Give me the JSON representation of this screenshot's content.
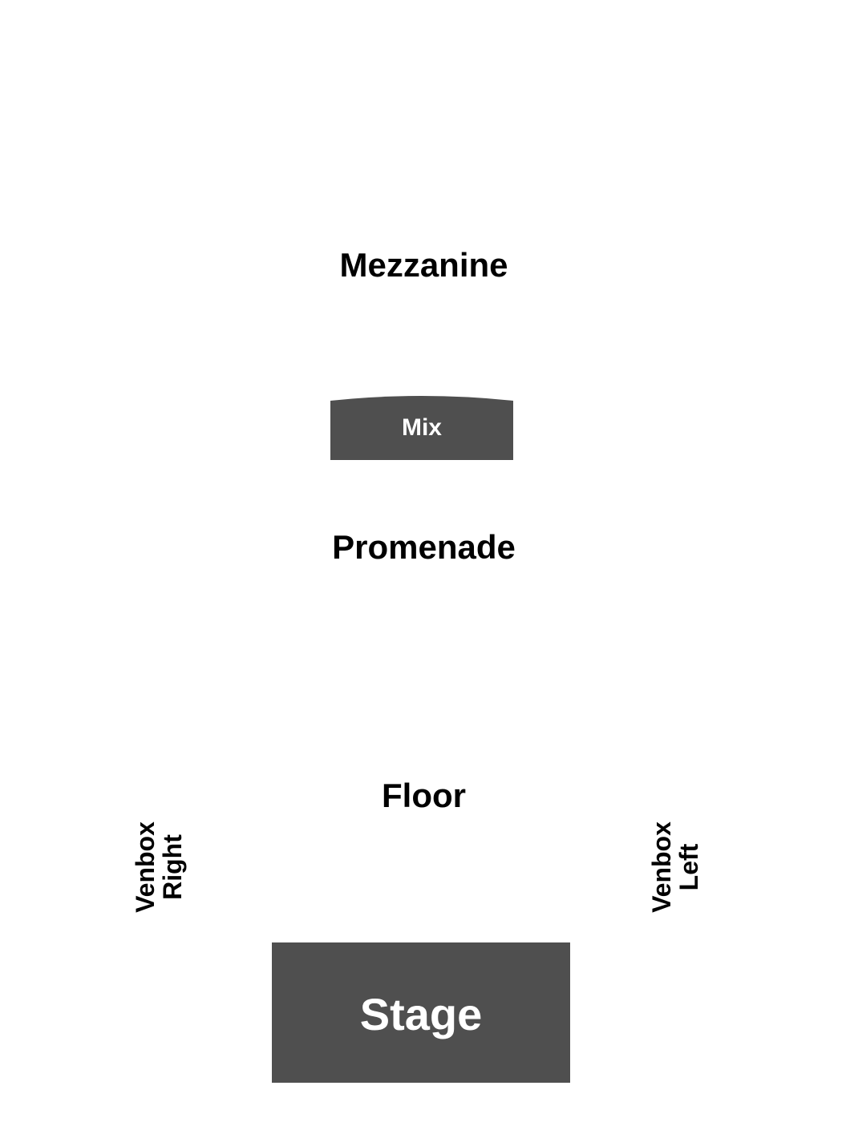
{
  "sections": {
    "mezzanine": "Mezzanine",
    "mix": "Mix",
    "promenade": "Promenade",
    "floor": "Floor",
    "stage": "Stage",
    "venbox_right": {
      "line1": "Venbox",
      "line2": "Right"
    },
    "venbox_left": {
      "line1": "Venbox",
      "line2": "Left"
    }
  },
  "colors": {
    "background": "#ffffff",
    "block_fill": "#4f4f4f",
    "label_text": "#000000",
    "block_text": "#ffffff"
  }
}
